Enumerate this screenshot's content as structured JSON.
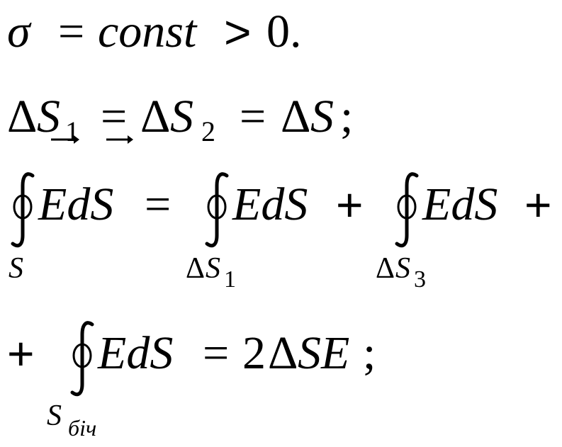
{
  "line1": {
    "sigma": "σ",
    "eq": "=",
    "const": "const",
    "gt": ">",
    "zero": "0."
  },
  "line2": {
    "delta": "Δ",
    "s": "S",
    "sub1": "1",
    "sub2": "2",
    "eq": "=",
    "semi": ";"
  },
  "line3": {
    "eds": "EdS",
    "eq": "=",
    "plus": "+",
    "lower_s": "S",
    "lower_ds1_delta": "Δ",
    "lower_ds1_s": "S",
    "lower_ds1_sub": "1",
    "lower_ds3_delta": "Δ",
    "lower_ds3_s": "S",
    "lower_ds3_sub": "3"
  },
  "line4": {
    "plus": "+",
    "eds": "EdS",
    "eq": "=",
    "two": "2",
    "delta": "Δ",
    "se": "SE",
    "semi": ";",
    "lower_s": "S",
    "lower_sub": "бiч"
  }
}
